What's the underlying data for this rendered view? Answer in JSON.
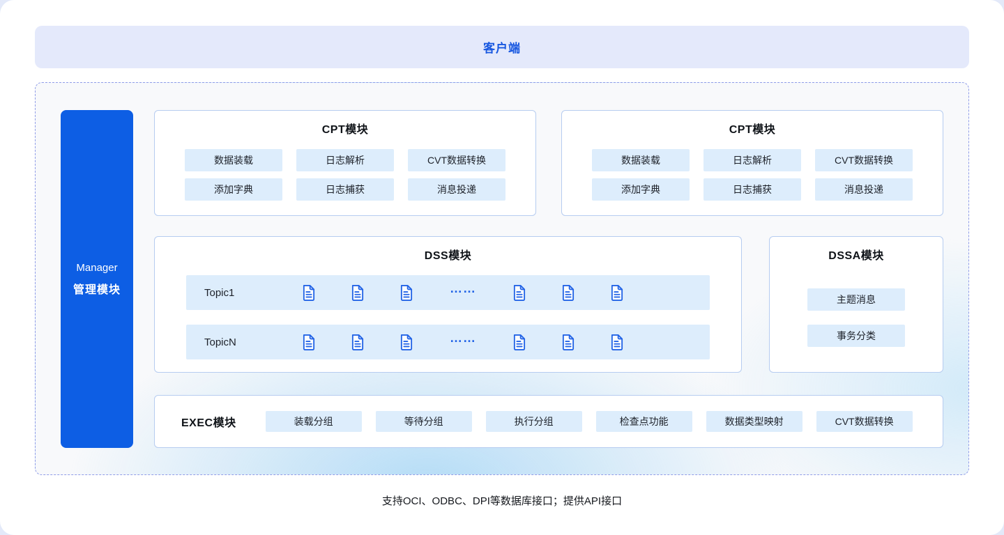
{
  "colors": {
    "accent-blue": "#1660e8",
    "banner-bg": "#e4e9fb",
    "banner-text": "#1757e0",
    "chip-bg": "#ddedfc",
    "box-border": "#b6ccf0",
    "dashed-border": "#8f9ce8",
    "manager-bg": "#0d5ee4",
    "icon-blue": "#2364e6"
  },
  "banner": {
    "title": "客户端"
  },
  "manager": {
    "subtitle": "Manager",
    "title": "管理模块"
  },
  "cpt1": {
    "title": "CPT模块",
    "chips": [
      "数据装载",
      "日志解析",
      "CVT数据转换",
      "添加字典",
      "日志捕获",
      "消息投递"
    ]
  },
  "cpt2": {
    "title": "CPT模块",
    "chips": [
      "数据装载",
      "日志解析",
      "CVT数据转换",
      "添加字典",
      "日志捕获",
      "消息投递"
    ]
  },
  "dss": {
    "title": "DSS模块",
    "ellipsis": "……",
    "rows": [
      {
        "label": "Topic1"
      },
      {
        "label": "TopicN"
      }
    ]
  },
  "dssa": {
    "title": "DSSA模块",
    "chips": [
      "主题消息",
      "事务分类"
    ]
  },
  "exec": {
    "title": "EXEC模块",
    "chips": [
      "装载分组",
      "等待分组",
      "执行分组",
      "检查点功能",
      "数据类型映射",
      "CVT数据转换"
    ]
  },
  "footer": {
    "note": "支持OCI、ODBC、DPI等数据库接口；提供API接口"
  }
}
